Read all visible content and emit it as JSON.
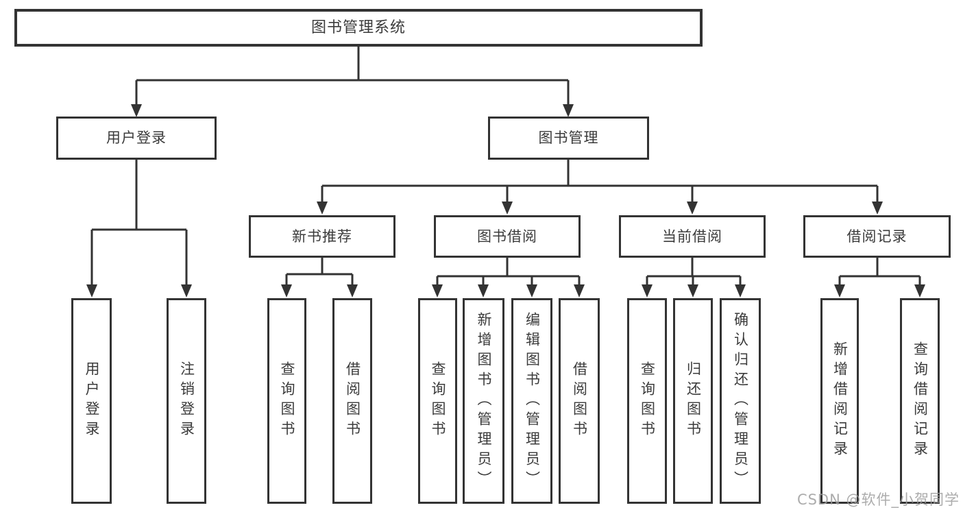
{
  "tree": {
    "root": {
      "label": "图书管理系统"
    },
    "branches": [
      {
        "label": "用户登录",
        "children": [
          {
            "label": "用户登录"
          },
          {
            "label": "注销登录"
          }
        ]
      },
      {
        "label": "图书管理",
        "children": [
          {
            "label": "新书推荐",
            "children": [
              {
                "label": "查询图书"
              },
              {
                "label": "借阅图书"
              }
            ]
          },
          {
            "label": "图书借阅",
            "children": [
              {
                "label": "查询图书"
              },
              {
                "label": "新增图书（管理员）"
              },
              {
                "label": "编辑图书（管理员）"
              },
              {
                "label": "借阅图书"
              }
            ]
          },
          {
            "label": "当前借阅",
            "children": [
              {
                "label": "查询图书"
              },
              {
                "label": "归还图书"
              },
              {
                "label": "确认归还（管理员）"
              }
            ]
          },
          {
            "label": "借阅记录",
            "children": [
              {
                "label": "新增借阅记录"
              },
              {
                "label": "查询借阅记录"
              }
            ]
          }
        ]
      }
    ]
  },
  "watermark": "CSDN @软件_小贺同学",
  "colors": {
    "line": "#333333",
    "text": "#3b3b3b",
    "background": "#ffffff",
    "watermark": "#9e9e9e"
  }
}
